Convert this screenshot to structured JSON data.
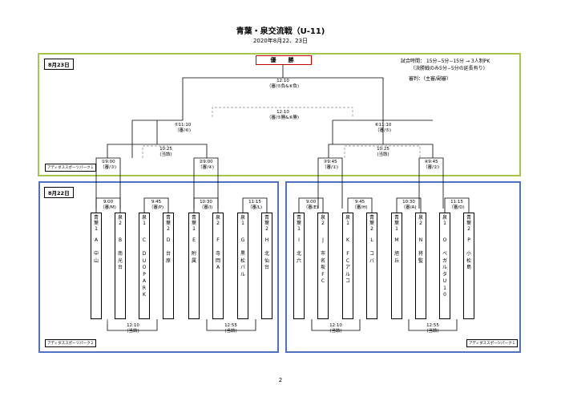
{
  "title": "青葉・泉交流戦（U-11)",
  "date": "2020年8月22、23日",
  "page_number": "2",
  "day23": {
    "label": "8月23日",
    "winner_label": "優　勝",
    "rules_line1": "試合時間： 15分−5分−15分 → 3人制PK",
    "rules_line2": "（決勝戦のみ5分−5分の延長有り)",
    "referee": "審判：（主審/副審）",
    "final": {
      "time": "12:10",
      "ref": "（審/⑤負&⑥負)"
    },
    "third": {
      "time": "12:10",
      "ref": "（審/⑤勝&⑥勝)"
    },
    "semi_left": {
      "time": "⑤11:10",
      "ref": "（審/⑥)"
    },
    "semi_right": {
      "time": "⑥11:10",
      "ref": "（審/⑤)"
    },
    "cons_left": {
      "time": "10:25",
      "ref": "(当該)"
    },
    "cons_right": {
      "time": "10:25",
      "ref": "(当該)"
    },
    "r1": [
      {
        "time": "①9:00",
        "ref": "（審/③)"
      },
      {
        "time": "②9:00",
        "ref": "（審/④)"
      },
      {
        "time": "③9:45",
        "ref": "（審/①)"
      },
      {
        "time": "④9:45",
        "ref": "（審/②)"
      }
    ],
    "venue": "アディダススポーツパーク１"
  },
  "day22": {
    "label": "8月22日",
    "matches": [
      {
        "time": "9:00",
        "ref": "（審/M)"
      },
      {
        "time": "9:45",
        "ref": "（審/P)"
      },
      {
        "time": "10:30",
        "ref": "（審/I)"
      },
      {
        "time": "11:15",
        "ref": "（審/L)"
      },
      {
        "time": "9:00",
        "ref": "（審/E)"
      },
      {
        "time": "9:45",
        "ref": "（審/H)"
      },
      {
        "time": "10:30",
        "ref": "（審/A)"
      },
      {
        "time": "11:15",
        "ref": "（審/D)"
      }
    ],
    "lower_left": [
      {
        "time": "12:10",
        "ref": "(当該)"
      },
      {
        "time": "12:55",
        "ref": "(当該)"
      }
    ],
    "lower_right": [
      {
        "time": "12:10",
        "ref": "(当該)"
      },
      {
        "time": "12:55",
        "ref": "(当該)"
      }
    ],
    "venue_left": "アディダススポーツパーク２",
    "venue_right": "アディダススポーツパーク１",
    "teams": [
      {
        "seed": "青\n葉\n1",
        "name": "A\n\n中\n山"
      },
      {
        "seed": "泉\n2",
        "name": "B\n\n南\n光\n台"
      },
      {
        "seed": "泉\n1",
        "name": "C\n\nD\nU\nO\nP\nA\nR\nK"
      },
      {
        "seed": "青\n葉\n2",
        "name": "D\n\n台\n原"
      },
      {
        "seed": "青\n葉\n1",
        "name": "E\n\n附\n属"
      },
      {
        "seed": "泉\n2",
        "name": "F\n\n寺\n岡\nA"
      },
      {
        "seed": "泉\n1",
        "name": "G\n\n黒\n松\nバ\nル"
      },
      {
        "seed": "青\n葉\n2",
        "name": "H\n\n北\n仙\n台"
      },
      {
        "seed": "青\n葉\n1",
        "name": "I\n\n北\n六"
      },
      {
        "seed": "泉\n2",
        "name": "J\n\n市\n名\n坂\nF\nC"
      },
      {
        "seed": "泉\n1",
        "name": "K\n\nF\nC\nア\nル\nコ"
      },
      {
        "seed": "青\n葉\n2",
        "name": "L\n\nコ\nバ"
      },
      {
        "seed": "青\n葉\n1",
        "name": "M\n\n旭\n丘"
      },
      {
        "seed": "泉\n2",
        "name": "N\n\n将\n監"
      },
      {
        "seed": "泉\n1",
        "name": "O\n\nベ\nガ\nル\nタ\nU\n1\n0"
      },
      {
        "seed": "青\n葉\n2",
        "name": "P\n\n小\n松\n島"
      }
    ]
  },
  "colors": {
    "day23_border": "#a6c64b",
    "day22_border": "#4f72c4",
    "winner_border": "#c00000"
  }
}
